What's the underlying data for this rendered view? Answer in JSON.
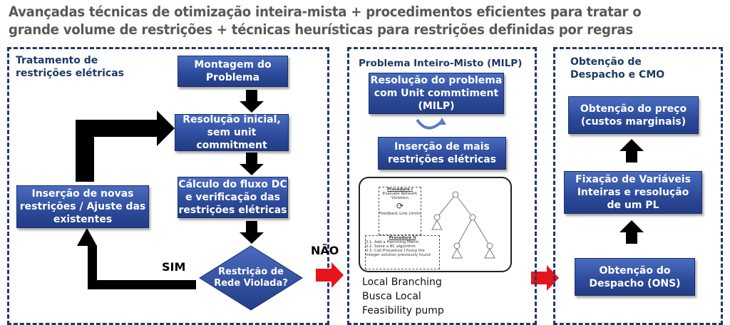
{
  "title": [
    "Avançadas técnicas de otimização inteira-mista + procedimentos eficientes para tratar o",
    "grande volume de restrições + técnicas heurísticas para restrições definidas por regras"
  ],
  "panel1": {
    "heading": [
      "Tratamento de",
      "restrições elétricas"
    ],
    "montagem": "Montagem do Problema",
    "resolucao": "Resolução inicial, sem unit commitment",
    "calculo": "Cálculo do fluxo DC e verificação das restrições elétricas",
    "insercao": "Inserção de novas restrições / Ajuste das existentes",
    "diamond": "Restrição de Rede Violada?",
    "sim": "SIM"
  },
  "nao": "NÃO",
  "panel2": {
    "heading": "Problema Inteiro-Misto (MILP)",
    "resolucao": "Resolução do problema com Unit commtiment (MILP)",
    "insercao": "Inserção de mais restrições elétricas",
    "figure": {
      "proc1_title": "Procedure I",
      "proc1_text": "Evaluate Network Violation",
      "proc1_feedback": "Feedback Line Limits",
      "proc2_title": "Procedure II",
      "proc2_lines": [
        "II.1. Add a Hamming Metric",
        "II.2. Solve a BC algorithm",
        "II.3. Call Procedure I fixing the integer solution previously found"
      ]
    },
    "methods": [
      "Local Branching",
      "Busca Local",
      "Feasibility pump"
    ]
  },
  "panel3": {
    "heading": [
      "Obtenção de",
      "Despacho e CMO"
    ],
    "preco": "Obtenção do preço (custos marginais)",
    "fixacao": "Fixação de Variáveis Inteiras e resolução de um PL",
    "despacho": "Obtenção do Despacho (ONS)"
  }
}
